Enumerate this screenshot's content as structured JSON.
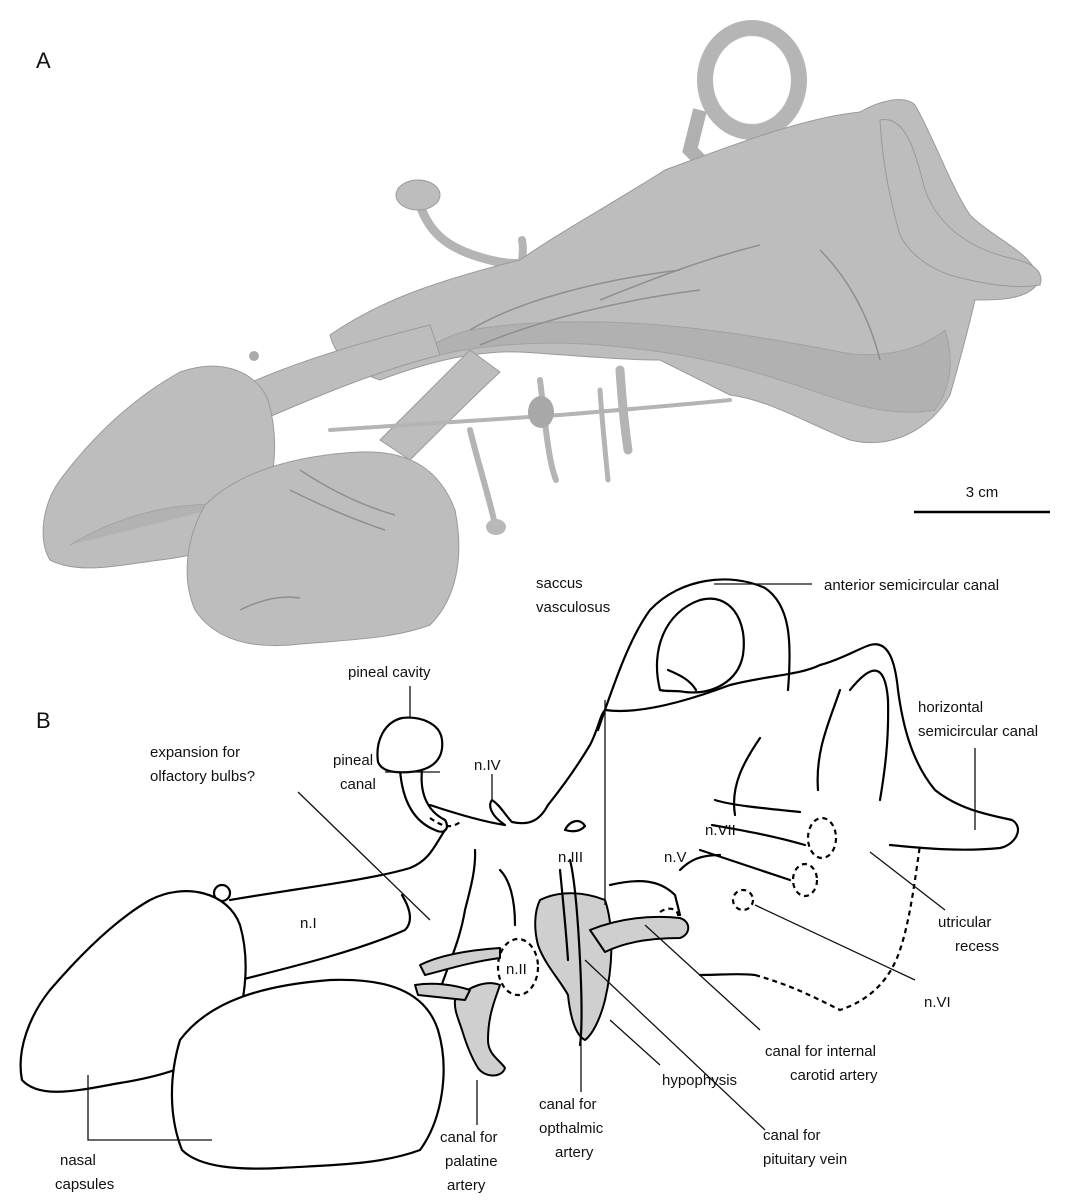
{
  "panels": {
    "a": "A",
    "b": "B"
  },
  "scale_bar": {
    "label": "3 cm"
  },
  "labels": {
    "anterior_semicircular_canal": "anterior semicircular canal",
    "saccus_vasculosus": [
      "saccus",
      "vasculosus"
    ],
    "pineal_cavity": "pineal cavity",
    "horizontal_semicircular_canal": [
      "horizontal",
      "semicircular canal"
    ],
    "expansion_olfactory_bulbs": [
      "expansion for",
      "olfactory bulbs?"
    ],
    "n_iv": "n.IV",
    "pineal_canal": [
      "pineal",
      "canal"
    ],
    "n_vii": "n.VII",
    "n_iii": "n.III",
    "n_v": "n.V",
    "n_i": "n.I",
    "n_ii": "n.II",
    "utricular_recess": [
      "utricular",
      "recess"
    ],
    "n_vi": "n.VI",
    "canal_internal_carotid": [
      "canal for internal",
      "carotid artery"
    ],
    "hypophysis": "hypophysis",
    "canal_opthalmic": [
      "canal for",
      "opthalmic",
      "artery"
    ],
    "canal_pituitary_vein": [
      "canal for",
      "pituitary vein"
    ],
    "canal_palatine": [
      "canal for",
      "palatine",
      "artery"
    ],
    "nasal_capsules": [
      "nasal",
      "capsules"
    ]
  },
  "colors": {
    "endocast_surface": "#bdbdbd",
    "vessel_fill": "#cfcfcf",
    "outline": "#000000"
  }
}
